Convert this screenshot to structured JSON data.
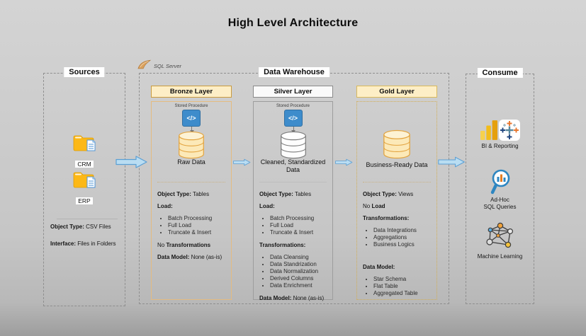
{
  "page": {
    "title": "High Level Architecture"
  },
  "sql_server": {
    "label": "SQL Server"
  },
  "sources": {
    "title": "Sources",
    "systems": [
      {
        "label": "CRM"
      },
      {
        "label": "ERP"
      }
    ],
    "details": [
      {
        "key": "Object Type:",
        "val": " CSV Files"
      },
      {
        "key": "Interface:",
        "val": " Files in Folders"
      }
    ]
  },
  "warehouse": {
    "title": "Data Warehouse",
    "stored_procedure_glyph": "</>",
    "layers": [
      {
        "name": "Bronze Layer",
        "stored_procedure": "Stored Procedure",
        "db_label": "Raw Data",
        "details": [
          {
            "key": "Object Type:",
            "val": " Tables"
          },
          {
            "key": "Load:",
            "val": ""
          },
          {
            "bullets": [
              "Batch Processing",
              "Full Load",
              "Truncate & Insert"
            ]
          },
          {
            "pre": "No ",
            "key": "Transformations",
            "val": ""
          },
          {
            "key": "Data Model:",
            "val": " None (as-is)"
          }
        ]
      },
      {
        "name": "Silver Layer",
        "stored_procedure": "Stored Procedure",
        "db_label": "Cleaned, Standardized Data",
        "details": [
          {
            "key": "Object Type:",
            "val": " Tables"
          },
          {
            "key": "Load:",
            "val": ""
          },
          {
            "bullets": [
              "Batch Processing",
              "Full Load",
              "Truncate & Insert"
            ]
          },
          {
            "key": "Transformations:",
            "val": ""
          },
          {
            "bullets": [
              "Data Cleansing",
              "Data Standrization",
              "Data Normalization",
              "Derived Columns",
              "Data Enrichment"
            ]
          },
          {
            "key": "Data Model:",
            "val": " None (as-is)"
          }
        ]
      },
      {
        "name": "Gold Layer",
        "db_label": "Business-Ready Data",
        "details": [
          {
            "key": "Object Type:",
            "val": " Views"
          },
          {
            "pre": "No ",
            "key": "Load",
            "val": ""
          },
          {
            "key": "Transformations:",
            "val": ""
          },
          {
            "bullets": [
              "Data Integrations",
              "Aggregations",
              "Business Logics"
            ]
          },
          {
            "key": "Data Model:",
            "val": "",
            "gap": true
          },
          {
            "bullets": [
              "Star Schema",
              "Flat Table",
              "Aggregated Table"
            ]
          }
        ]
      }
    ]
  },
  "consume": {
    "title": "Consume",
    "items": [
      {
        "icon": "powerbi-tableau-icon",
        "lines": [
          "BI & Reporting"
        ]
      },
      {
        "icon": "magnifier-chart-icon",
        "lines": [
          "Ad-Hoc",
          "SQL Queries"
        ]
      },
      {
        "icon": "network-graph-icon",
        "lines": [
          "Machine Learning"
        ]
      }
    ]
  },
  "colors": {
    "accent_gold_bg": "#fdeec6",
    "accent_gold_border": "#c99b3f",
    "arrow_fill": "#b9ddf2",
    "arrow_stroke": "#5b9fd4",
    "db_gold_fill": "#fce9b8",
    "db_gold_stroke": "#e3a440",
    "stored_procedure_blue": "#3e8ccb"
  }
}
